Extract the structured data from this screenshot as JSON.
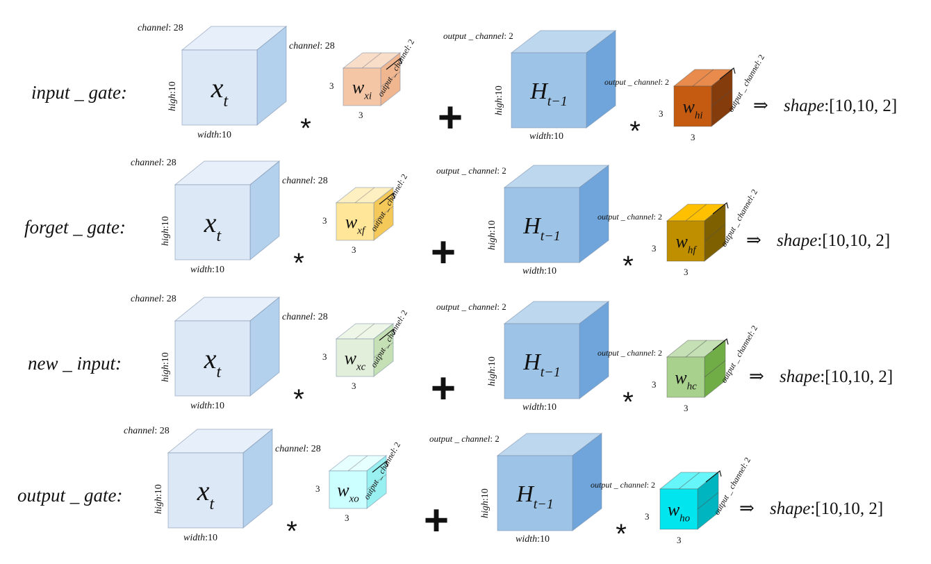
{
  "labels": {
    "channel_prefix": "channel",
    "channel_value": ": 28",
    "high_prefix": "high",
    "high_value": ":10",
    "width_prefix": "width",
    "width_value": ":10",
    "output_channel_prefix": "output _ channel",
    "output_channel_value": ": 2",
    "kernel_size": "3",
    "times": "*",
    "plus": "+",
    "arrow": "⇒",
    "shape_prefix": "shape",
    "shape_value": ":[10,10, 2]",
    "input_symbol": "x",
    "input_sub": "t",
    "hidden_symbol": "H",
    "hidden_sub": "t−1",
    "weight_symbol": "w"
  },
  "colors": {
    "input_cube": {
      "front": "#dce8f6",
      "top": "#e7f0fa",
      "side": "#b3d0ec"
    },
    "hidden_cube": {
      "front": "#9dc3e6",
      "top": "#bdd7ee",
      "side": "#6fa5da"
    }
  },
  "gates": [
    {
      "label": "input _ gate:",
      "x_kernel_sub": "xi",
      "h_kernel_sub": "hi",
      "x_kernel_color": {
        "front": "#f4c6a6",
        "top": "#f8ddc9",
        "side": "#efb690"
      },
      "h_kernel_color": {
        "front": "#c55a11",
        "top": "#e88b4c",
        "side": "#843c0c"
      }
    },
    {
      "label": "forget _ gate:",
      "x_kernel_sub": "xf",
      "h_kernel_sub": "hf",
      "x_kernel_color": {
        "front": "#ffe699",
        "top": "#fff0c2",
        "side": "#f5c85a"
      },
      "h_kernel_color": {
        "front": "#bf8f00",
        "top": "#ffc000",
        "side": "#7f6000"
      }
    },
    {
      "label": "new _ input:",
      "x_kernel_sub": "xc",
      "h_kernel_sub": "hc",
      "x_kernel_color": {
        "front": "#e2efda",
        "top": "#eef6e8",
        "side": "#c5e0b4"
      },
      "h_kernel_color": {
        "front": "#a9d18e",
        "top": "#c5e0b4",
        "side": "#70ad47"
      }
    },
    {
      "label": "output _ gate:",
      "x_kernel_sub": "xo",
      "h_kernel_sub": "ho",
      "x_kernel_color": {
        "front": "#ccffff",
        "top": "#e6ffff",
        "side": "#99f0f0"
      },
      "h_kernel_color": {
        "front": "#00e5ee",
        "top": "#66f5f8",
        "side": "#00b5c0"
      }
    }
  ]
}
